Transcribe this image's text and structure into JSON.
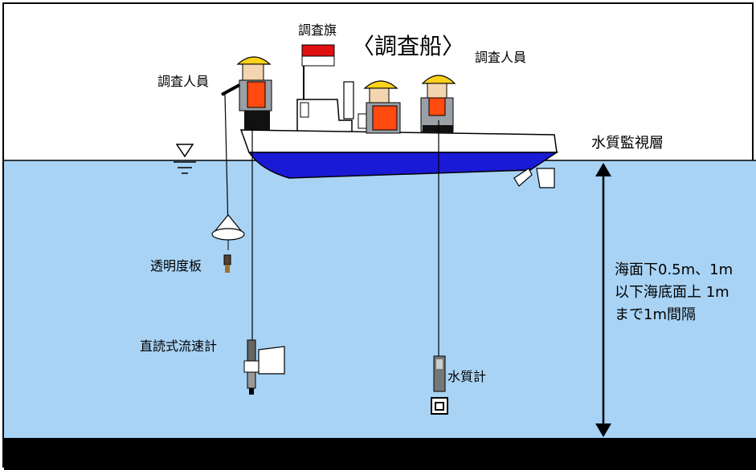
{
  "labels": {
    "survey_flag": "調査旗",
    "survey_ship": "〈調査船〉",
    "survey_crew_left": "調査人員",
    "survey_crew_right": "調査人員",
    "water_quality_layer": "水質監視層",
    "transparency_plate": "透明度板",
    "current_meter": "直読式流速計",
    "water_quality_meter": "水質計",
    "depth_note_line1": "海面下0.5m、1m",
    "depth_note_line2": "以下海底面上 1m",
    "depth_note_line3": "まで1m間隔"
  },
  "colors": {
    "sky": "#ffffff",
    "water": "#a8d3f5",
    "seabed": "#000000",
    "hull_blue": "#1a1ad6",
    "flag_red": "#e01010",
    "vest_orange": "#ff4a10",
    "helmet_yellow": "#ffd21a"
  }
}
